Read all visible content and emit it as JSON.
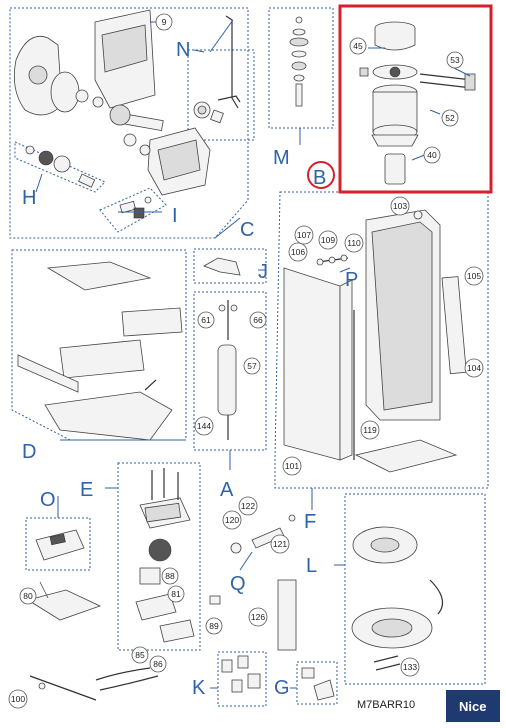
{
  "group_letters": [
    "A",
    "B",
    "C",
    "D",
    "E",
    "F",
    "G",
    "H",
    "I",
    "J",
    "K",
    "L",
    "M",
    "N",
    "O",
    "P",
    "Q"
  ],
  "part_numbers": [
    "9",
    "40",
    "45",
    "52",
    "53",
    "57",
    "61",
    "66",
    "80",
    "81",
    "85",
    "86",
    "88",
    "89",
    "100",
    "101",
    "103",
    "104",
    "105",
    "106",
    "107",
    "109",
    "110",
    "119",
    "120",
    "121",
    "122",
    "126",
    "133",
    "144"
  ],
  "model_code": "M7BARR10",
  "brand": "Nice",
  "highlight_color": "#d81f2a",
  "accent_color": "#2f62a6",
  "brand_color": "#1f3a70"
}
